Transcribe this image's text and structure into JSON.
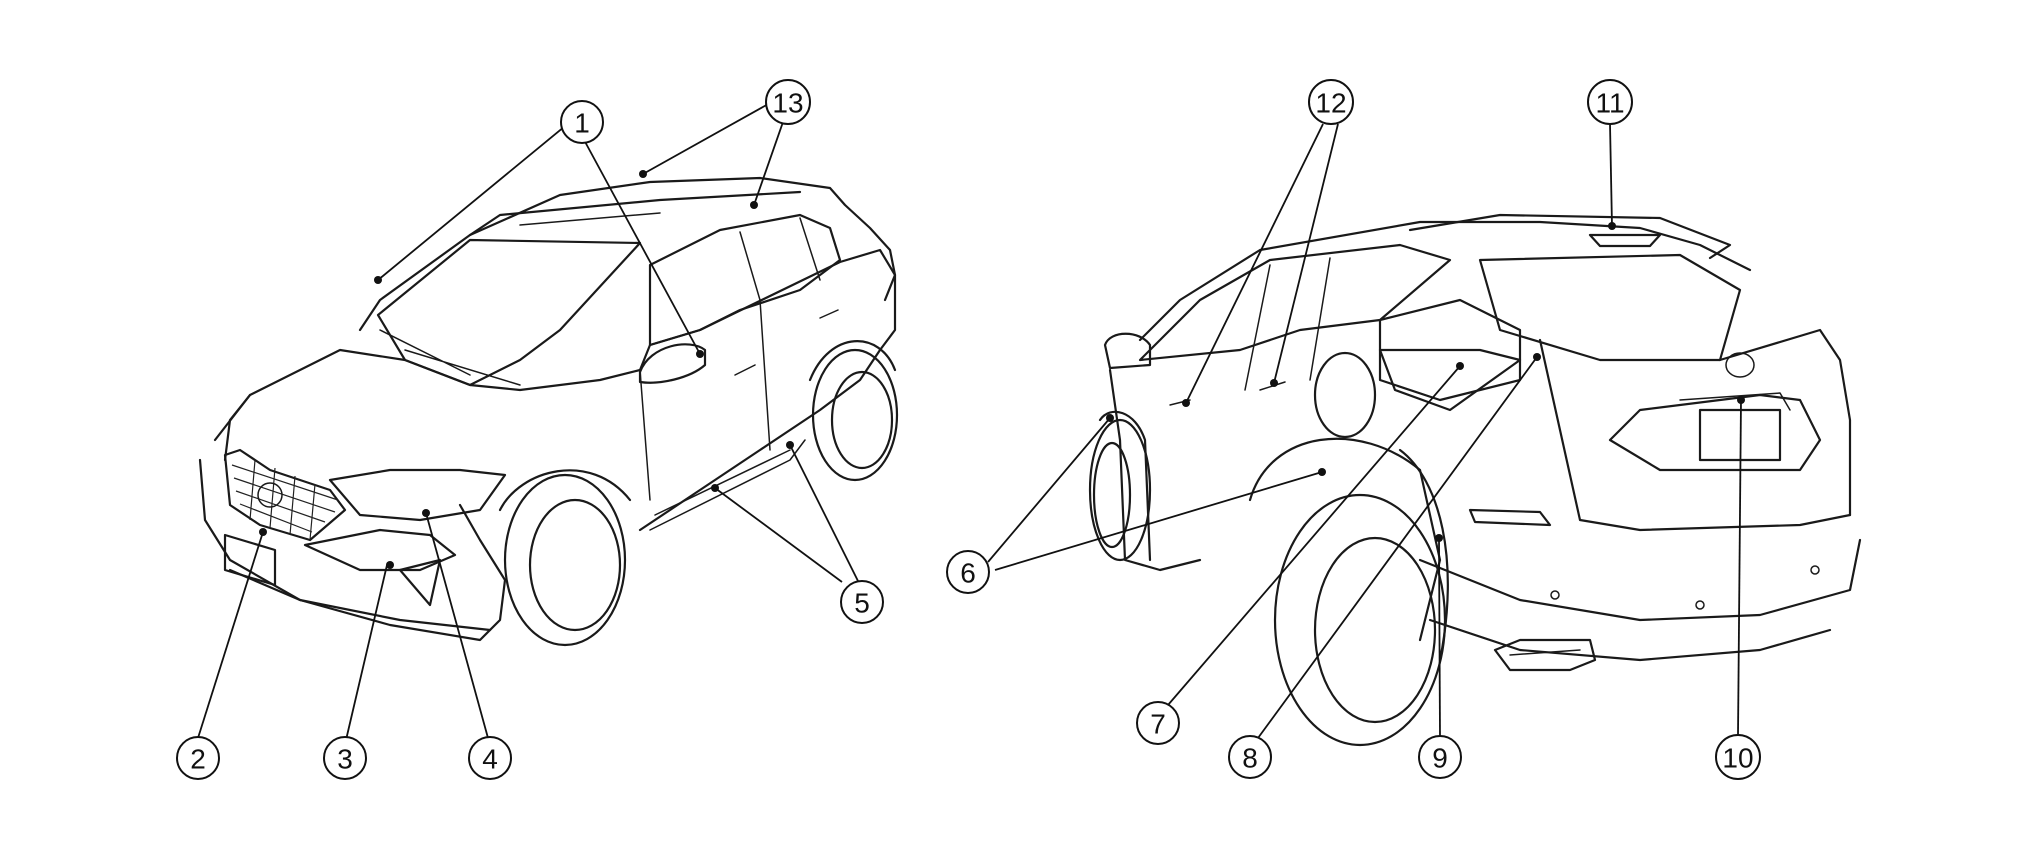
{
  "callouts": [
    {
      "id": "c1",
      "label": "1"
    },
    {
      "id": "c2",
      "label": "2"
    },
    {
      "id": "c3",
      "label": "3"
    },
    {
      "id": "c4",
      "label": "4"
    },
    {
      "id": "c5",
      "label": "5"
    },
    {
      "id": "c6",
      "label": "6"
    },
    {
      "id": "c7",
      "label": "7"
    },
    {
      "id": "c8",
      "label": "8"
    },
    {
      "id": "c9",
      "label": "9"
    },
    {
      "id": "c10",
      "label": "10"
    },
    {
      "id": "c11",
      "label": "11"
    },
    {
      "id": "c12",
      "label": "12"
    },
    {
      "id": "c13",
      "label": "13"
    }
  ],
  "colors": {
    "line": "#1a1a1a",
    "background": "#ffffff"
  }
}
